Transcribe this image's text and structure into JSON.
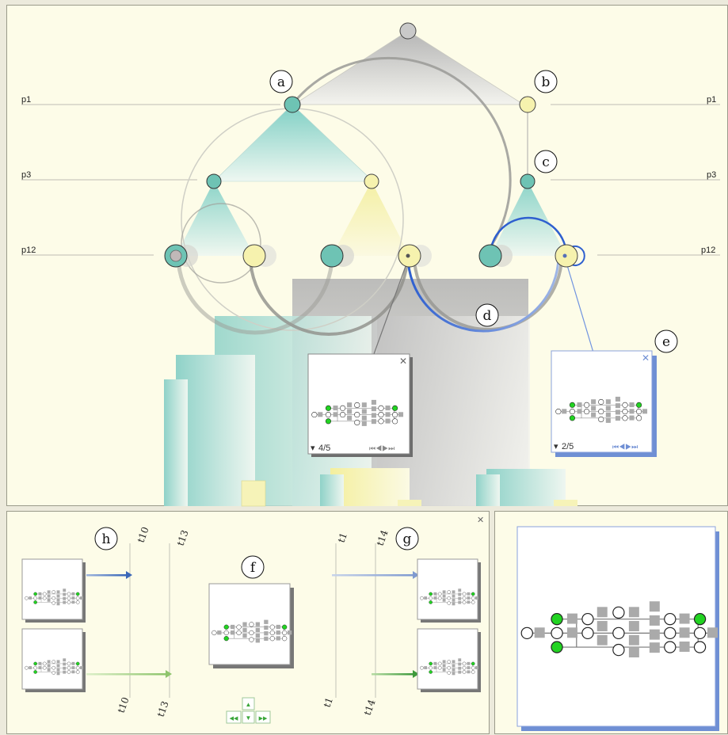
{
  "callouts": {
    "a": "a",
    "b": "b",
    "c": "c",
    "d": "d",
    "e": "e",
    "f": "f",
    "g": "g",
    "h": "h"
  },
  "levels": {
    "p1": "p1",
    "p3": "p3",
    "p12": "p12"
  },
  "popups": {
    "left": {
      "page": "4/5",
      "close": "✕"
    },
    "right": {
      "page": "2/5",
      "close": "✕"
    }
  },
  "timeline": {
    "t10": "t10",
    "t13": "t13",
    "t1": "t1",
    "t14": "t14"
  },
  "nav": {
    "up": "▲",
    "down": "▼",
    "first": "◀◀",
    "last": "▶▶"
  },
  "colors": {
    "teal": "#8fcfc6",
    "yellow": "#f6f2ae",
    "blue": "#3a6fd1",
    "gray": "#b9b9b9",
    "green": "#21d121"
  }
}
